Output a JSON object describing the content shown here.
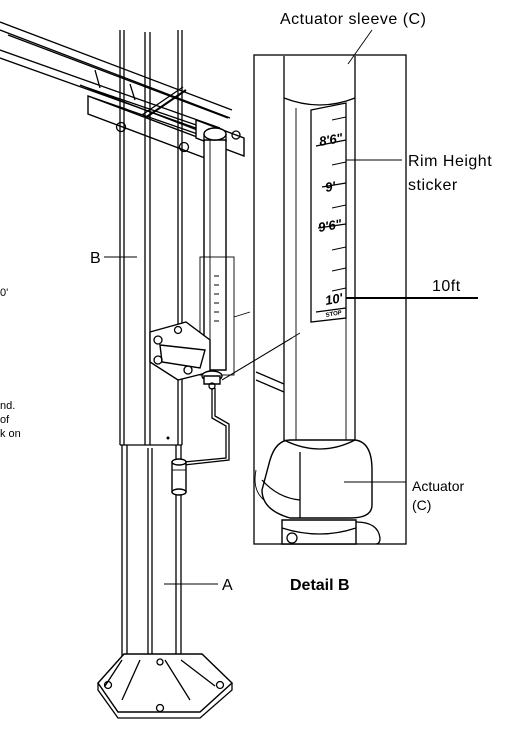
{
  "labels": {
    "actuator_sleeve": "Actuator sleeve (C)",
    "rim_height_line1": "Rim Height",
    "rim_height_line2": "sticker",
    "ten_ft": "10ft",
    "actuator_line1": "Actuator",
    "actuator_line2": "(C)",
    "detail": "Detail B",
    "part_a": "A",
    "part_b": "B"
  },
  "sticker_marks": [
    "8'6\"",
    "9'",
    "9'6\"",
    "10'"
  ],
  "sticker_stop": "STOP",
  "cut_off_text": [
    "0'",
    "nd.",
    "of",
    "k on"
  ]
}
